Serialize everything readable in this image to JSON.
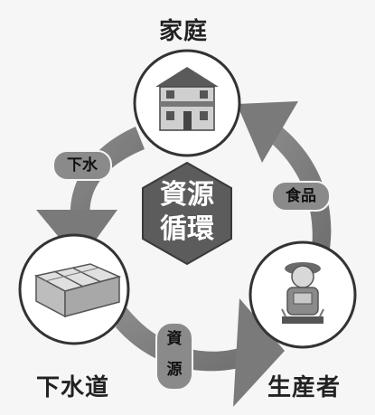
{
  "nodes": {
    "home": {
      "label": "家庭"
    },
    "sewer": {
      "label": "下水道"
    },
    "producer": {
      "label": "生産者"
    }
  },
  "edges": {
    "home_to_sewer": {
      "label": "下水"
    },
    "sewer_to_producer": {
      "label_line1": "資",
      "label_line2": "源"
    },
    "producer_to_home": {
      "label": "食品"
    }
  },
  "center": {
    "line1": "資源",
    "line2": "循環"
  }
}
